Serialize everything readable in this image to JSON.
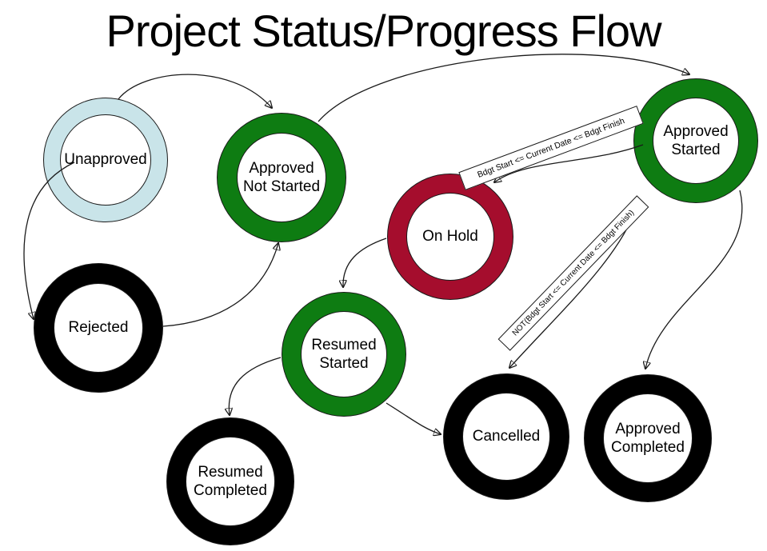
{
  "title": "Project Status/Progress Flow",
  "colors": {
    "green": "#0e7c12",
    "light_blue": "#c9e4e9",
    "red": "#a50d2d",
    "black": "#000000",
    "edge_stroke": "#1a1a1a",
    "background": "#ffffff"
  },
  "nodes": [
    {
      "id": "unapproved",
      "label": "Unapproved",
      "color": "#c9e4e9"
    },
    {
      "id": "approved-not-started",
      "label": "Approved Not Started",
      "color": "#0e7c12"
    },
    {
      "id": "approved-started",
      "label": "Approved Started",
      "color": "#0e7c12"
    },
    {
      "id": "on-hold",
      "label": "On Hold",
      "color": "#a50d2d"
    },
    {
      "id": "rejected",
      "label": "Rejected",
      "color": "#000000"
    },
    {
      "id": "resumed-started",
      "label": "Resumed Started",
      "color": "#0e7c12"
    },
    {
      "id": "resumed-completed",
      "label": "Resumed Completed",
      "color": "#000000"
    },
    {
      "id": "cancelled",
      "label": "Cancelled",
      "color": "#000000"
    },
    {
      "id": "approved-completed",
      "label": "Approved Completed",
      "color": "#000000"
    }
  ],
  "edge_labels": {
    "budget_in_range": "Bdgt Start <= Current Date <= Bdgt Finish",
    "budget_out_of_range": "NOT(Bdgt Start <= Current Date <= Bdgt Finish)"
  },
  "edges": [
    {
      "from": "unapproved",
      "to": "approved-not-started",
      "label": ""
    },
    {
      "from": "approved-not-started",
      "to": "approved-started",
      "label": ""
    },
    {
      "from": "unapproved",
      "to": "rejected",
      "label": ""
    },
    {
      "from": "rejected",
      "to": "approved-not-started",
      "label": ""
    },
    {
      "from": "approved-started",
      "to": "on-hold",
      "label": "Bdgt Start <= Current Date <= Bdgt Finish"
    },
    {
      "from": "on-hold",
      "to": "resumed-started",
      "label": ""
    },
    {
      "from": "resumed-started",
      "to": "resumed-completed",
      "label": ""
    },
    {
      "from": "resumed-started",
      "to": "cancelled",
      "label": ""
    },
    {
      "from": "approved-started",
      "to": "cancelled",
      "label": "NOT(Bdgt Start <= Current Date <= Bdgt Finish)"
    },
    {
      "from": "approved-started",
      "to": "approved-completed",
      "label": ""
    }
  ]
}
